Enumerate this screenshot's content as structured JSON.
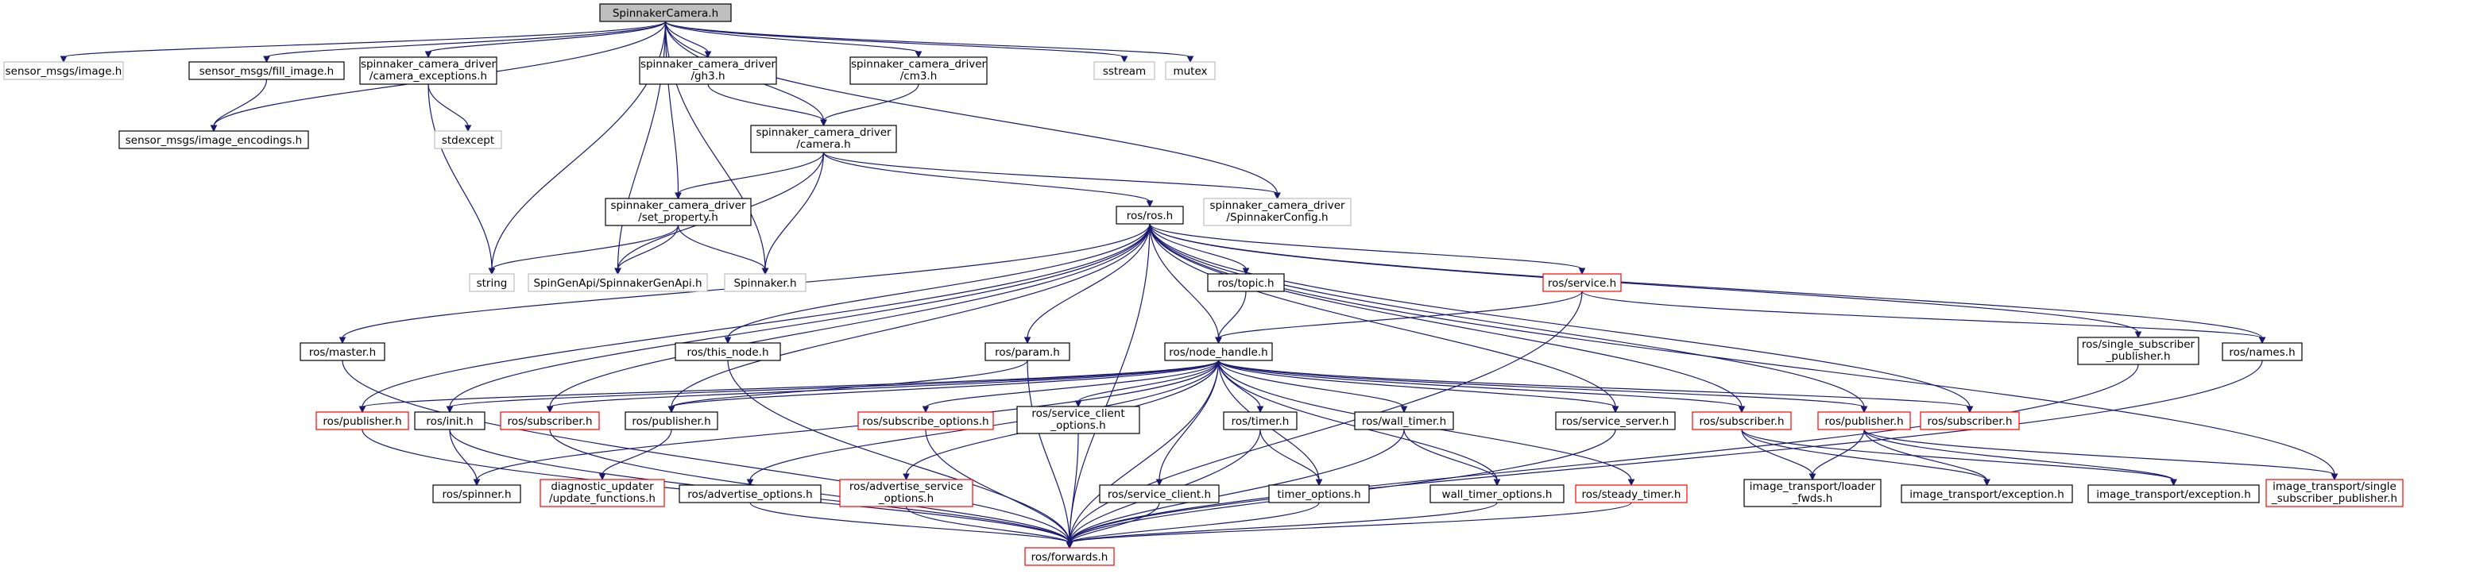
{
  "diagram": {
    "type": "include-dependency-graph",
    "root": "SpinnakerCamera.h",
    "colors": {
      "edge": "#191970",
      "border_default": "#000000",
      "border_external": "#bfbfbf",
      "border_truncated": "#ff0000",
      "root_fill": "#bfbfbf",
      "text": "#000000",
      "external_text": "#555555"
    },
    "nodes": [
      {
        "id": "root",
        "lines": [
          "SpinnakerCamera.h"
        ],
        "style": "root"
      },
      {
        "id": "img",
        "lines": [
          "sensor_msgs/image.h"
        ],
        "style": "gray"
      },
      {
        "id": "fill",
        "lines": [
          "sensor_msgs/fill_image.h"
        ],
        "style": "black"
      },
      {
        "id": "enc",
        "lines": [
          "sensor_msgs/image_encodings.h"
        ],
        "style": "black"
      },
      {
        "id": "cexc",
        "lines": [
          "spinnaker_camera_driver",
          "/camera_exceptions.h"
        ],
        "style": "black"
      },
      {
        "id": "stdexc",
        "lines": [
          "stdexcept"
        ],
        "style": "gray"
      },
      {
        "id": "string",
        "lines": [
          "string"
        ],
        "style": "gray"
      },
      {
        "id": "gh3",
        "lines": [
          "spinnaker_camera_driver",
          "/gh3.h"
        ],
        "style": "black"
      },
      {
        "id": "cm3",
        "lines": [
          "spinnaker_camera_driver",
          "/cm3.h"
        ],
        "style": "black"
      },
      {
        "id": "sstream",
        "lines": [
          "sstream"
        ],
        "style": "gray"
      },
      {
        "id": "mutex",
        "lines": [
          "mutex"
        ],
        "style": "gray"
      },
      {
        "id": "camera",
        "lines": [
          "spinnaker_camera_driver",
          "/camera.h"
        ],
        "style": "black"
      },
      {
        "id": "setprop",
        "lines": [
          "spinnaker_camera_driver",
          "/set_property.h"
        ],
        "style": "black"
      },
      {
        "id": "genapi",
        "lines": [
          "SpinGenApi/SpinnakerGenApi.h"
        ],
        "style": "gray"
      },
      {
        "id": "spinnaker",
        "lines": [
          "Spinnaker.h"
        ],
        "style": "gray"
      },
      {
        "id": "spcfg",
        "lines": [
          "spinnaker_camera_driver",
          "/SpinnakerConfig.h"
        ],
        "style": "gray"
      },
      {
        "id": "rosros",
        "lines": [
          "ros/ros.h"
        ],
        "style": "black"
      },
      {
        "id": "topic",
        "lines": [
          "ros/topic.h"
        ],
        "style": "black"
      },
      {
        "id": "service",
        "lines": [
          "ros/service.h"
        ],
        "style": "red"
      },
      {
        "id": "master",
        "lines": [
          "ros/master.h"
        ],
        "style": "black"
      },
      {
        "id": "thisnode",
        "lines": [
          "ros/this_node.h"
        ],
        "style": "black"
      },
      {
        "id": "param",
        "lines": [
          "ros/param.h"
        ],
        "style": "black"
      },
      {
        "id": "nh",
        "lines": [
          "ros/node_handle.h"
        ],
        "style": "black"
      },
      {
        "id": "ssp",
        "lines": [
          "ros/single_subscriber",
          "_publisher.h"
        ],
        "style": "black"
      },
      {
        "id": "names",
        "lines": [
          "ros/names.h"
        ],
        "style": "black"
      },
      {
        "id": "pub1",
        "lines": [
          "ros/publisher.h"
        ],
        "style": "red"
      },
      {
        "id": "init",
        "lines": [
          "ros/init.h"
        ],
        "style": "black"
      },
      {
        "id": "sub1",
        "lines": [
          "ros/subscriber.h"
        ],
        "style": "red"
      },
      {
        "id": "pub2",
        "lines": [
          "ros/publisher.h"
        ],
        "style": "black"
      },
      {
        "id": "subopt",
        "lines": [
          "ros/subscribe_options.h"
        ],
        "style": "red"
      },
      {
        "id": "scopt",
        "lines": [
          "ros/service_client",
          "_options.h"
        ],
        "style": "black"
      },
      {
        "id": "timer",
        "lines": [
          "ros/timer.h"
        ],
        "style": "black"
      },
      {
        "id": "walltimer",
        "lines": [
          "ros/wall_timer.h"
        ],
        "style": "black"
      },
      {
        "id": "srvserver",
        "lines": [
          "ros/service_server.h"
        ],
        "style": "black"
      },
      {
        "id": "sub2",
        "lines": [
          "ros/subscriber.h"
        ],
        "style": "red"
      },
      {
        "id": "pub3",
        "lines": [
          "ros/publisher.h"
        ],
        "style": "red"
      },
      {
        "id": "sub3",
        "lines": [
          "ros/subscriber.h"
        ],
        "style": "red"
      },
      {
        "id": "spinner",
        "lines": [
          "ros/spinner.h"
        ],
        "style": "black"
      },
      {
        "id": "diag",
        "lines": [
          "diagnostic_updater",
          "/update_functions.h"
        ],
        "style": "red"
      },
      {
        "id": "advopt",
        "lines": [
          "ros/advertise_options.h"
        ],
        "style": "black"
      },
      {
        "id": "advsrv",
        "lines": [
          "ros/advertise_service",
          "_options.h"
        ],
        "style": "red"
      },
      {
        "id": "srvclient",
        "lines": [
          "ros/service_client.h"
        ],
        "style": "black"
      },
      {
        "id": "timeropt",
        "lines": [
          "timer_options.h"
        ],
        "style": "black"
      },
      {
        "id": "walltimeropt",
        "lines": [
          "wall_timer_options.h"
        ],
        "style": "black"
      },
      {
        "id": "steady",
        "lines": [
          "ros/steady_timer.h"
        ],
        "style": "red"
      },
      {
        "id": "loader",
        "lines": [
          "image_transport/loader",
          "_fwds.h"
        ],
        "style": "black"
      },
      {
        "id": "exc1",
        "lines": [
          "image_transport/exception.h"
        ],
        "style": "black"
      },
      {
        "id": "exc2",
        "lines": [
          "image_transport/exception.h"
        ],
        "style": "black"
      },
      {
        "id": "itssp",
        "lines": [
          "image_transport/single",
          "_subscriber_publisher.h"
        ],
        "style": "red"
      },
      {
        "id": "forwards",
        "lines": [
          "ros/forwards.h"
        ],
        "style": "red"
      }
    ],
    "edges": [
      [
        "root",
        "img"
      ],
      [
        "root",
        "fill"
      ],
      [
        "root",
        "enc"
      ],
      [
        "root",
        "cexc"
      ],
      [
        "root",
        "gh3"
      ],
      [
        "root",
        "cm3"
      ],
      [
        "root",
        "sstream"
      ],
      [
        "root",
        "mutex"
      ],
      [
        "root",
        "camera"
      ],
      [
        "root",
        "setprop"
      ],
      [
        "root",
        "genapi"
      ],
      [
        "root",
        "spinnaker"
      ],
      [
        "root",
        "spcfg"
      ],
      [
        "root",
        "string"
      ],
      [
        "fill",
        "enc"
      ],
      [
        "cexc",
        "stdexc"
      ],
      [
        "cexc",
        "string"
      ],
      [
        "gh3",
        "camera"
      ],
      [
        "cm3",
        "camera"
      ],
      [
        "camera",
        "setprop"
      ],
      [
        "camera",
        "genapi"
      ],
      [
        "camera",
        "spinnaker"
      ],
      [
        "camera",
        "spcfg"
      ],
      [
        "camera",
        "rosros"
      ],
      [
        "setprop",
        "string"
      ],
      [
        "setprop",
        "genapi"
      ],
      [
        "setprop",
        "spinnaker"
      ],
      [
        "rosros",
        "topic"
      ],
      [
        "rosros",
        "service"
      ],
      [
        "rosros",
        "master"
      ],
      [
        "rosros",
        "thisnode"
      ],
      [
        "rosros",
        "param"
      ],
      [
        "rosros",
        "nh"
      ],
      [
        "rosros",
        "ssp"
      ],
      [
        "rosros",
        "names"
      ],
      [
        "rosros",
        "pub1"
      ],
      [
        "rosros",
        "init"
      ],
      [
        "rosros",
        "sub1"
      ],
      [
        "rosros",
        "pub2"
      ],
      [
        "rosros",
        "srvserver"
      ],
      [
        "rosros",
        "sub2"
      ],
      [
        "rosros",
        "pub3"
      ],
      [
        "rosros",
        "sub3"
      ],
      [
        "rosros",
        "itssp"
      ],
      [
        "rosros",
        "forwards"
      ],
      [
        "topic",
        "nh"
      ],
      [
        "service",
        "nh"
      ],
      [
        "service",
        "names"
      ],
      [
        "service",
        "forwards"
      ],
      [
        "master",
        "forwards"
      ],
      [
        "thisnode",
        "forwards"
      ],
      [
        "param",
        "forwards"
      ],
      [
        "param",
        "pub2"
      ],
      [
        "ssp",
        "forwards"
      ],
      [
        "names",
        "forwards"
      ],
      [
        "nh",
        "pub1"
      ],
      [
        "nh",
        "init"
      ],
      [
        "nh",
        "sub1"
      ],
      [
        "nh",
        "pub2"
      ],
      [
        "nh",
        "subopt"
      ],
      [
        "nh",
        "scopt"
      ],
      [
        "nh",
        "timer"
      ],
      [
        "nh",
        "walltimer"
      ],
      [
        "nh",
        "srvserver"
      ],
      [
        "nh",
        "sub2"
      ],
      [
        "nh",
        "pub3"
      ],
      [
        "nh",
        "sub3"
      ],
      [
        "nh",
        "spinner"
      ],
      [
        "nh",
        "advopt"
      ],
      [
        "nh",
        "advsrv"
      ],
      [
        "nh",
        "srvclient"
      ],
      [
        "nh",
        "timeropt"
      ],
      [
        "nh",
        "walltimeropt"
      ],
      [
        "nh",
        "steady"
      ],
      [
        "nh",
        "forwards"
      ],
      [
        "pub1",
        "forwards"
      ],
      [
        "init",
        "spinner"
      ],
      [
        "init",
        "forwards"
      ],
      [
        "sub1",
        "forwards"
      ],
      [
        "pub2",
        "diag"
      ],
      [
        "subopt",
        "forwards"
      ],
      [
        "scopt",
        "forwards"
      ],
      [
        "timer",
        "timeropt"
      ],
      [
        "timer",
        "forwards"
      ],
      [
        "walltimer",
        "walltimeropt"
      ],
      [
        "walltimer",
        "forwards"
      ],
      [
        "srvserver",
        "forwards"
      ],
      [
        "sub2",
        "loader"
      ],
      [
        "sub2",
        "exc1"
      ],
      [
        "sub2",
        "exc2"
      ],
      [
        "pub3",
        "loader"
      ],
      [
        "pub3",
        "exc1"
      ],
      [
        "pub3",
        "exc2"
      ],
      [
        "pub3",
        "itssp"
      ],
      [
        "advopt",
        "forwards"
      ],
      [
        "advsrv",
        "forwards"
      ],
      [
        "srvclient",
        "forwards"
      ],
      [
        "timeropt",
        "forwards"
      ],
      [
        "walltimeropt",
        "forwards"
      ],
      [
        "steady",
        "forwards"
      ]
    ]
  }
}
